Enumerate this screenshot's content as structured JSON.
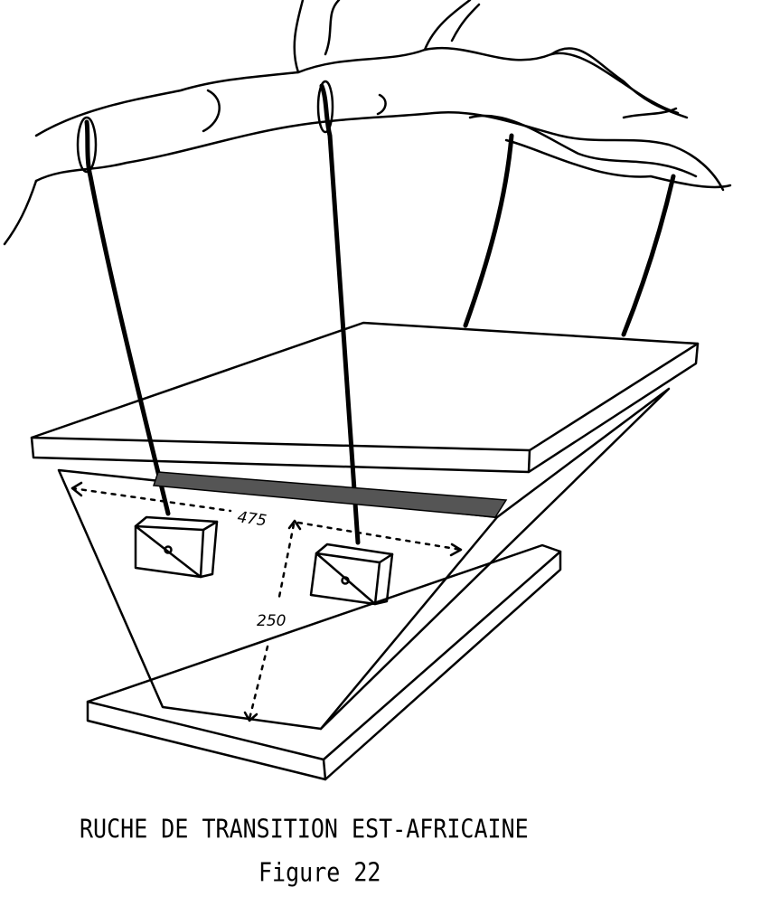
{
  "figure": {
    "title": "RUCHE DE TRANSITION EST-AFRICAINE",
    "number": "Figure 22",
    "dimensions": {
      "length": "475",
      "depth": "250"
    }
  }
}
